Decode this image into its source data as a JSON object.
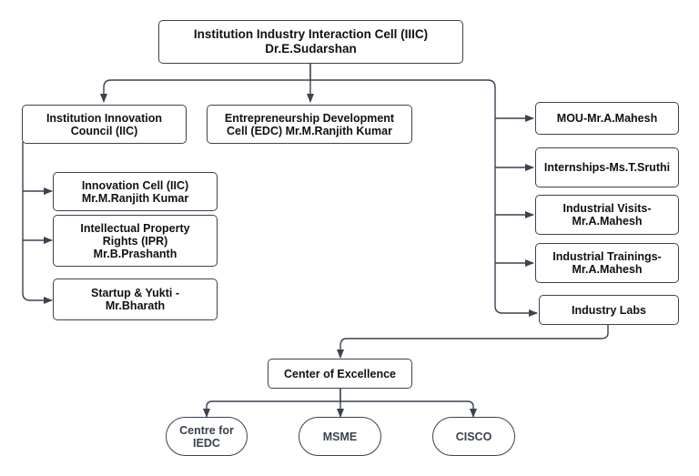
{
  "diagram": {
    "root": {
      "title": "Institution Industry Interaction Cell (IIIC)",
      "head": "Dr.E.Sudarshan"
    },
    "iic_council": {
      "label": "Institution Innovation\nCouncil (IIC)"
    },
    "edc": {
      "label": "Entrepreneurship Development\nCell (EDC) Mr.M.Ranjith Kumar"
    },
    "iic_children": [
      {
        "label": "Innovation Cell (IIC)\nMr.M.Ranjith Kumar"
      },
      {
        "label": "Intellectual Property\nRights (IPR)\nMr.B.Prashanth"
      },
      {
        "label": "Startup & Yukti -\nMr.Bharath"
      }
    ],
    "industry_items": [
      {
        "label": "MOU-Mr.A.Mahesh"
      },
      {
        "label": "Internships-Ms.T.Sruthi"
      },
      {
        "label": "Industrial Visits-\nMr.A.Mahesh"
      },
      {
        "label": "Industrial Trainings-\nMr.A.Mahesh"
      },
      {
        "label": "Industry Labs"
      }
    ],
    "coe": {
      "label": "Center of Excellence"
    },
    "coe_children": [
      {
        "label": "Centre for\nIEDC"
      },
      {
        "label": "MSME"
      },
      {
        "label": "CISCO"
      }
    ],
    "colors": {
      "line": "#3b4250",
      "text": "#111111"
    }
  }
}
